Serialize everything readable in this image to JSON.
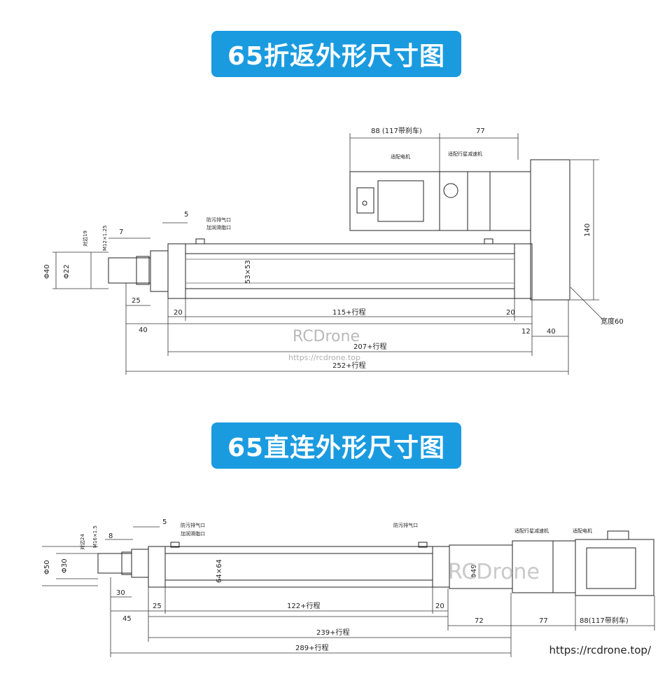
{
  "top_diagram": {
    "title": "65折返外形尺寸图",
    "labels": {
      "motor_len": "88 (117带刹车)",
      "reducer_len": "77",
      "motor": "适配电机",
      "reducer": "适配行星减速机",
      "height": "140",
      "width_note": "宽度60",
      "vent1": "防污排气口",
      "vent2": "加润滑脂口",
      "flat": "对边19",
      "thread": "M12×1.25",
      "rod_dia": "Φ22",
      "outer_dia": "Φ40",
      "d7": "7",
      "d5": "5",
      "d25": "25",
      "d40": "40",
      "d20a": "20",
      "stroke1": "115+行程",
      "d20b": "20",
      "d12": "12",
      "d40b": "40",
      "total1": "207+行程",
      "total2": "252+行程",
      "section": "53×53"
    }
  },
  "bottom_diagram": {
    "title": "65直连外形尺寸图",
    "labels": {
      "vent1": "防污排气口",
      "vent2": "加润滑脂口",
      "vent3": "防污排气口",
      "reducer": "适配行星减速机",
      "motor": "适配电机",
      "flat": "对边24",
      "thread": "M16×1.5",
      "rod_dia": "Φ30",
      "outer_dia": "Φ50",
      "d8": "8",
      "d5": "5",
      "d30": "30",
      "d45": "45",
      "d25": "25",
      "stroke1": "122+行程",
      "d20": "20",
      "d72": "72",
      "d77": "77",
      "motor_len": "88(117带刹车)",
      "total1": "239+行程",
      "total2": "289+行程",
      "section": "64×64",
      "sq": "Φ49"
    }
  },
  "watermark": {
    "brand": "RCDrone",
    "url_small": "https://rcdrone.top",
    "url_footer": "https://rcdrone.top/"
  }
}
